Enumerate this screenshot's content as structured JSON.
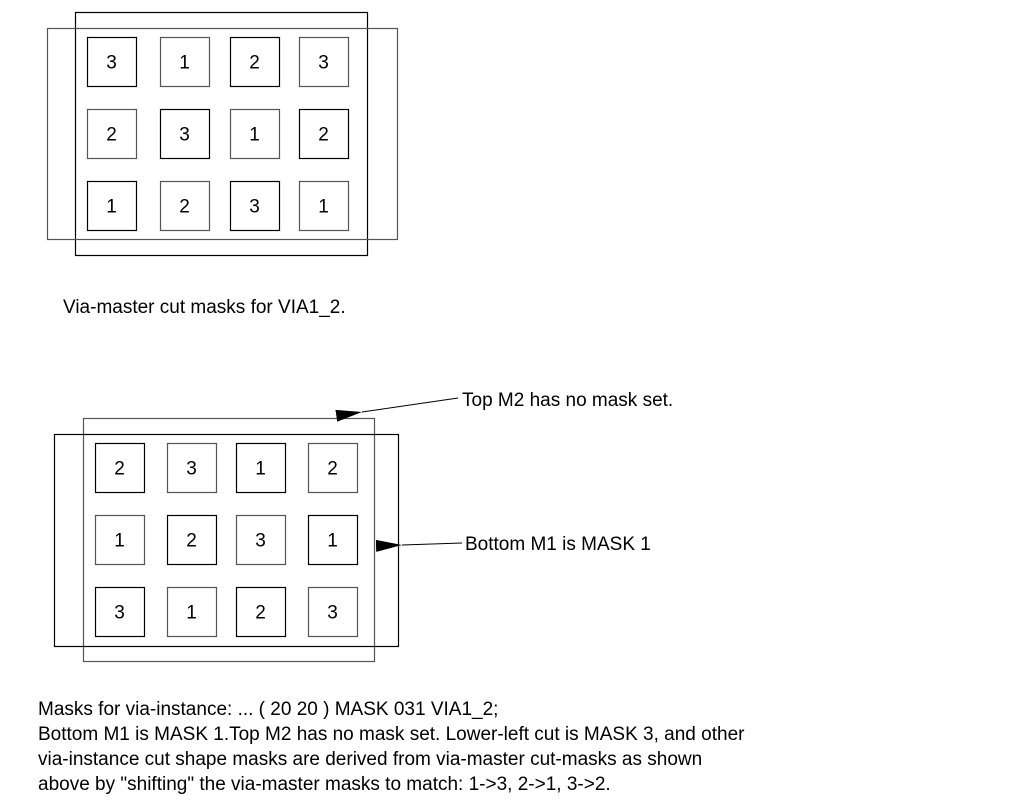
{
  "master": {
    "caption": "Via-master cut masks for VIA1_2.",
    "cuts": [
      [
        "3",
        "1",
        "2",
        "3"
      ],
      [
        "2",
        "3",
        "1",
        "2"
      ],
      [
        "1",
        "2",
        "3",
        "1"
      ]
    ]
  },
  "instance": {
    "cuts": [
      [
        "2",
        "3",
        "1",
        "2"
      ],
      [
        "1",
        "2",
        "3",
        "1"
      ],
      [
        "3",
        "1",
        "2",
        "3"
      ]
    ],
    "annotations": {
      "top": "Top M2 has no mask set.",
      "bottom": "Bottom M1 is MASK 1"
    }
  },
  "notes": [
    "Masks for via-instance: ... ( 20 20 ) MASK 031 VIA1_2;",
    "Bottom M1 is MASK 1.Top M2 has no mask set. Lower-left cut is MASK 3, and other",
    "via-instance cut shape masks are derived from via-master cut-masks as shown",
    "above by \"shifting\" the via-master masks to match: 1->3, 2->1, 3->2."
  ]
}
